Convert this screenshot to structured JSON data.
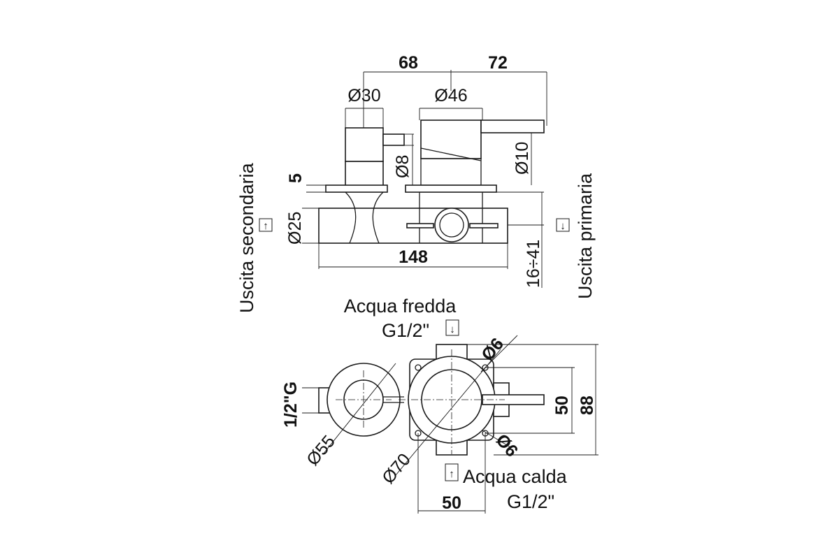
{
  "side_view": {
    "dim_68": "68",
    "dim_72": "72",
    "dia_30": "Ø30",
    "dia_46": "Ø46",
    "dia_8": "Ø8",
    "dia_10": "Ø10",
    "dim_5": "5",
    "dia_25": "Ø25",
    "dim_148": "148",
    "dim_16_41": "16÷41",
    "label_secondary": "Uscita secondaria",
    "label_primary": "Uscita primaria"
  },
  "front_view": {
    "label_cold": "Acqua fredda",
    "label_cold_thread": "G1/2\"",
    "label_hot": "Acqua calda",
    "label_hot_thread": "G1/2\"",
    "dia_6_top": "Ø6",
    "dia_6_bottom": "Ø6",
    "dim_50_right": "50",
    "dim_88": "88",
    "dim_50_bottom": "50",
    "thread_left": "1/2\"G",
    "dia_55": "Ø55",
    "dia_70": "Ø70"
  },
  "icons": {
    "arrow_up": "↑",
    "arrow_down": "↓"
  }
}
